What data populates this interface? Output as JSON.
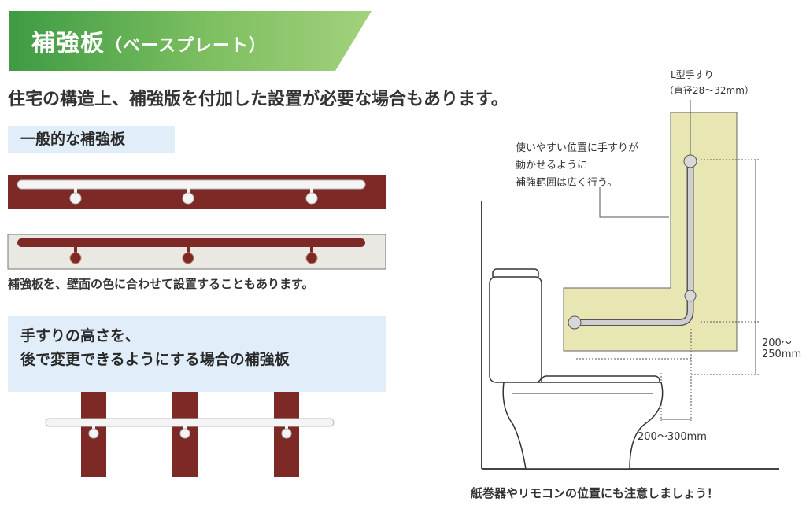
{
  "banner": {
    "title": "補強板",
    "subtitle": "（ベースプレート）"
  },
  "intro": "住宅の構造上、補強版を付加した設置が必要な場合もあります。",
  "sections": {
    "general": "一般的な補強板",
    "general_caption": "補強板を、壁面の色に合わせて設置することもあります。",
    "height_line1": "手すりの高さを、",
    "height_line2": "後で変更できるようにする場合の補強板"
  },
  "diagram": {
    "rail_label_line1": "L型手すり",
    "rail_label_line2": "（直径28〜32mm）",
    "note_lines": [
      "使いやすい位置に手すりが",
      "動かせるように",
      "補強範囲は広く行う。"
    ],
    "dim_vertical_line1": "200〜",
    "dim_vertical_line2": "250mm",
    "dim_horizontal": "200〜300mm",
    "bottom_caption": "紙巻器やリモコンの位置にも注意しましょう！"
  },
  "colors": {
    "banner_green": "#3e9b43",
    "chip_blue": "#e1eef9",
    "board_brown": "#7d2a26",
    "board_beige": "#eae8e2",
    "reinforce_yellow": "#e8e6b3",
    "rail_gray": "#c8c8c8"
  }
}
